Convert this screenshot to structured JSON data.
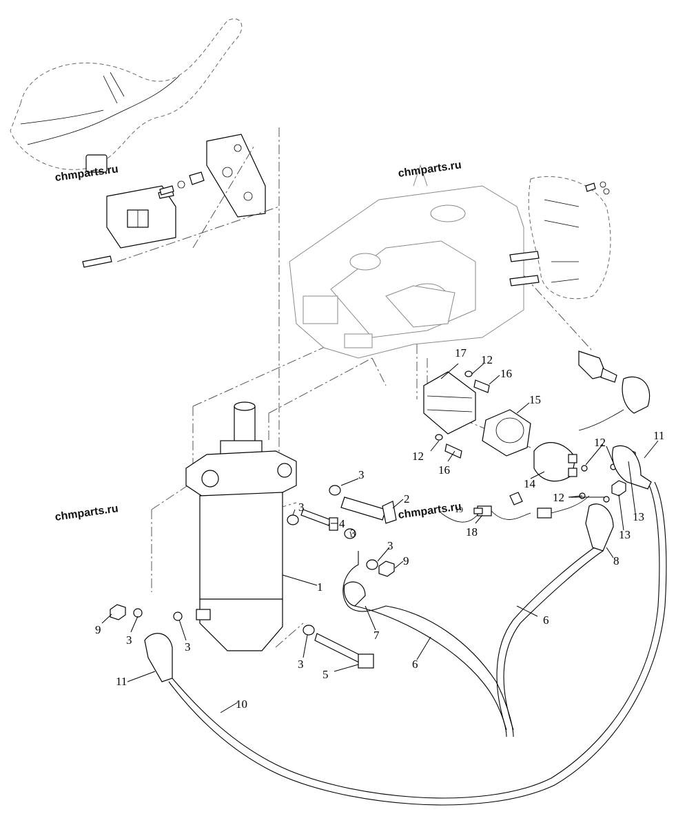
{
  "watermarks": [
    "chmparts.ru",
    "chmparts.ru",
    "chmparts.ru",
    "chmparts.ru"
  ],
  "callouts": {
    "c1": "1",
    "c2": "2",
    "c3a": "3",
    "c3b": "3",
    "c3c": "3",
    "c3d": "3",
    "c3e": "3",
    "c3f": "3",
    "c3g": "3",
    "c4": "4",
    "c5": "5",
    "c6a": "6",
    "c6b": "6",
    "c7": "7",
    "c8": "8",
    "c9a": "9",
    "c9b": "9",
    "c10": "10",
    "c11a": "11",
    "c11b": "11",
    "c12a": "12",
    "c12b": "12",
    "c12c": "12",
    "c12d": "12",
    "c13a": "13",
    "c13b": "13",
    "c14": "14",
    "c15": "15",
    "c16a": "16",
    "c16b": "16",
    "c17": "17",
    "c18": "18",
    "c19": "19"
  }
}
